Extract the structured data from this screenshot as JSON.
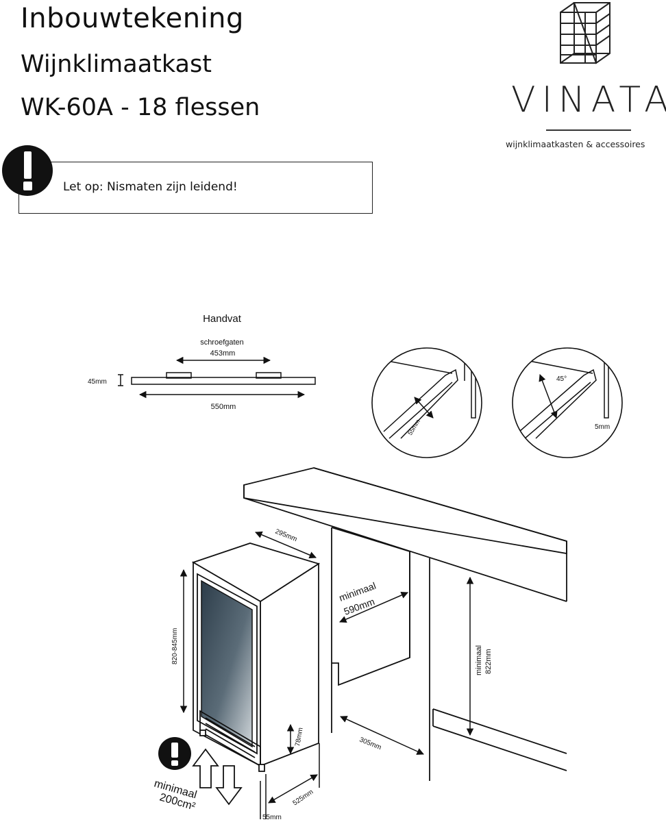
{
  "header": {
    "title": "Inbouwtekening",
    "subtitle": "Wijnklimaatkast",
    "model": "WK-60A - 18 flessen"
  },
  "logo": {
    "name": "VINATA",
    "tagline": "wijnklimaatkasten & accessoires"
  },
  "warning": {
    "text": "Let op: Nismaten zijn leidend!",
    "icon": "exclamation-icon"
  },
  "handle": {
    "title": "Handvat",
    "holes_label": "schroefgaten",
    "holes_spacing": "453mm",
    "height": "45mm",
    "length": "550mm"
  },
  "details": {
    "door_gap": "55mm",
    "angle": "45°",
    "edge": "5mm"
  },
  "installation": {
    "depth_top": "295mm",
    "height_range": "820-845mm",
    "niche_width_label": "minimaal",
    "niche_width": "590mm",
    "niche_height_label": "minimaal",
    "niche_height": "822mm",
    "side_depth": "305mm",
    "plinth_height": "78mm",
    "base_depth": "525mm",
    "base_offset": "55mm",
    "vent_label": "minimaal",
    "vent_area": "200cm²"
  },
  "colors": {
    "line": "#111111",
    "glass_dark": "#3a4a56",
    "glass_light": "#c8d0d4"
  }
}
